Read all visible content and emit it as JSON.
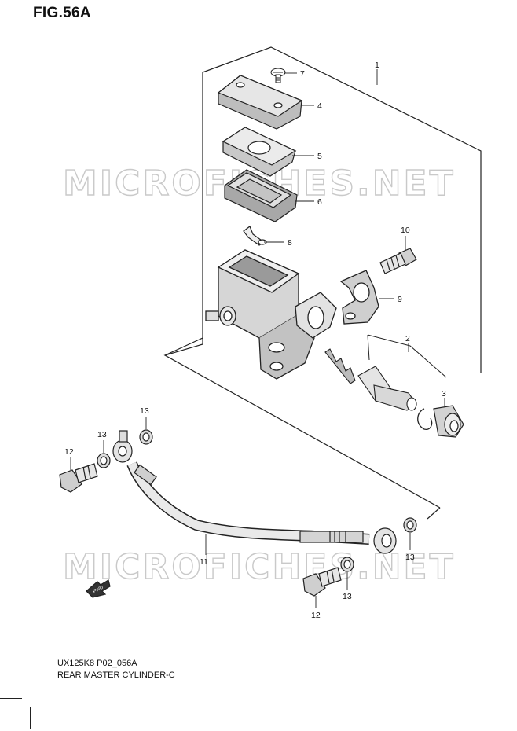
{
  "figure": {
    "title": "FIG.56A",
    "code": "UX125K8 P02_056A",
    "caption": "REAR MASTER CYLINDER-C"
  },
  "watermark": "MICROFICHES.NET",
  "callouts": [
    "1",
    "2",
    "3",
    "4",
    "5",
    "6",
    "7",
    "8",
    "9",
    "10",
    "11",
    "12",
    "12",
    "13",
    "13",
    "13",
    "13"
  ],
  "arrow_label": "FWD"
}
